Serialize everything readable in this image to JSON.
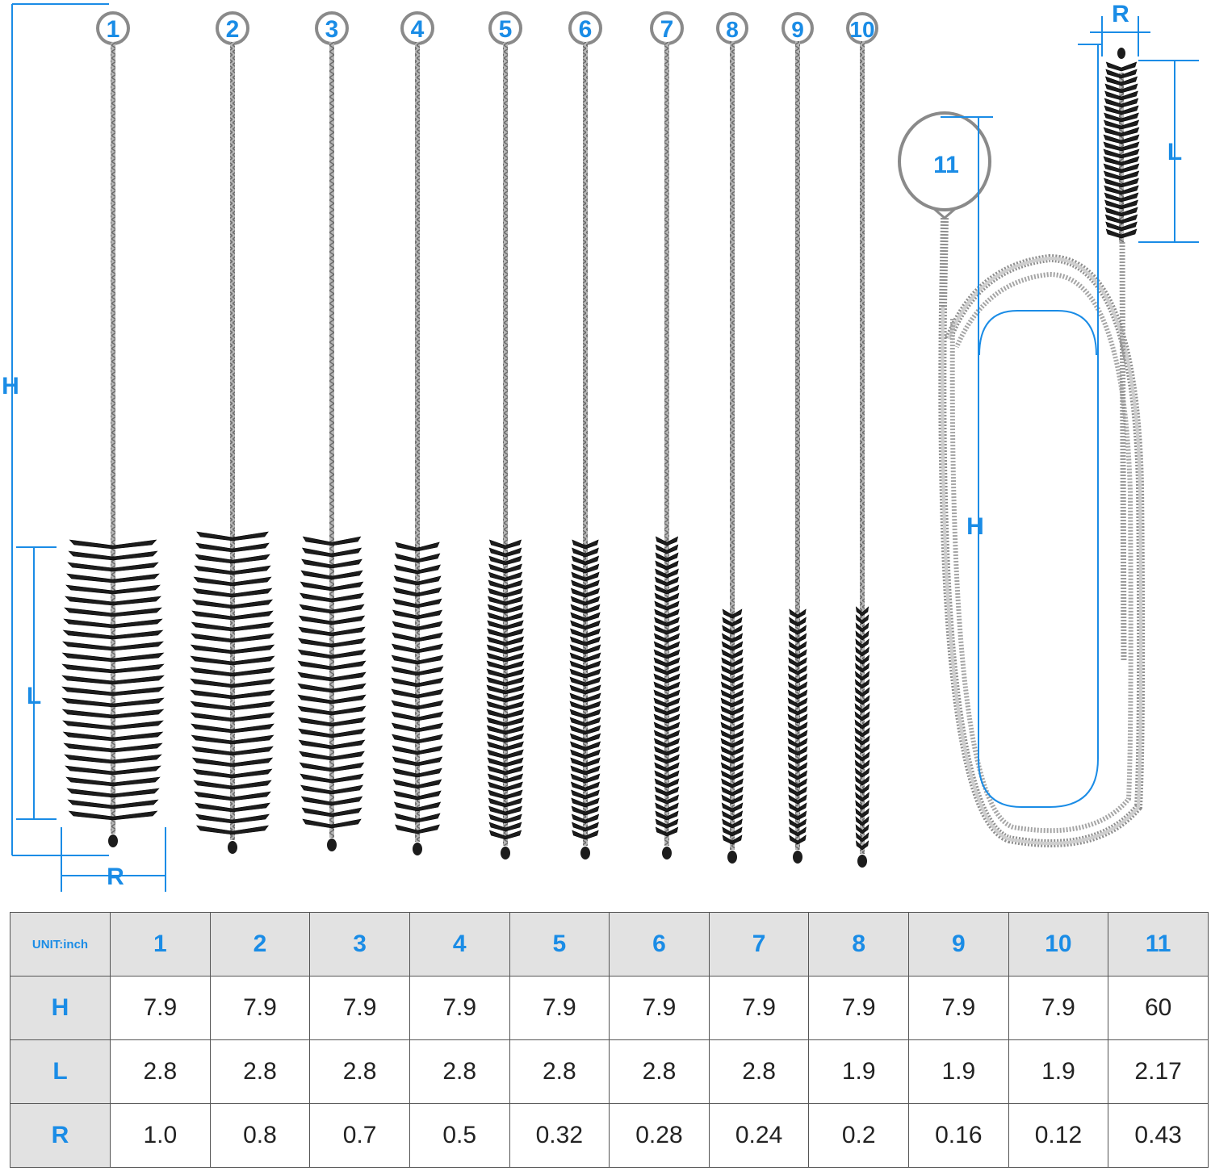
{
  "colors": {
    "accent": "#1a8ce6",
    "bristle": "#1c1c1c",
    "wire": "#9a9a9a",
    "table_header_bg": "#e2e2e2"
  },
  "brushes": [
    {
      "number": "1"
    },
    {
      "number": "2"
    },
    {
      "number": "3"
    },
    {
      "number": "4"
    },
    {
      "number": "5"
    },
    {
      "number": "6"
    },
    {
      "number": "7"
    },
    {
      "number": "8"
    },
    {
      "number": "9"
    },
    {
      "number": "10"
    },
    {
      "number": "11"
    }
  ],
  "dimension_labels": {
    "h_left": "H",
    "l_left": "L",
    "r_left": "R",
    "h_right": "H",
    "l_right": "L",
    "r_right": "R"
  },
  "table": {
    "unit_label": "UNIT:inch",
    "columns": [
      "1",
      "2",
      "3",
      "4",
      "5",
      "6",
      "7",
      "8",
      "9",
      "10",
      "11"
    ],
    "rows": [
      {
        "label": "H",
        "values": [
          "7.9",
          "7.9",
          "7.9",
          "7.9",
          "7.9",
          "7.9",
          "7.9",
          "7.9",
          "7.9",
          "7.9",
          "60"
        ]
      },
      {
        "label": "L",
        "values": [
          "2.8",
          "2.8",
          "2.8",
          "2.8",
          "2.8",
          "2.8",
          "2.8",
          "1.9",
          "1.9",
          "1.9",
          "2.17"
        ]
      },
      {
        "label": "R",
        "values": [
          "1.0",
          "0.8",
          "0.7",
          "0.5",
          "0.32",
          "0.28",
          "0.24",
          "0.2",
          "0.16",
          "0.12",
          "0.43"
        ]
      }
    ]
  }
}
